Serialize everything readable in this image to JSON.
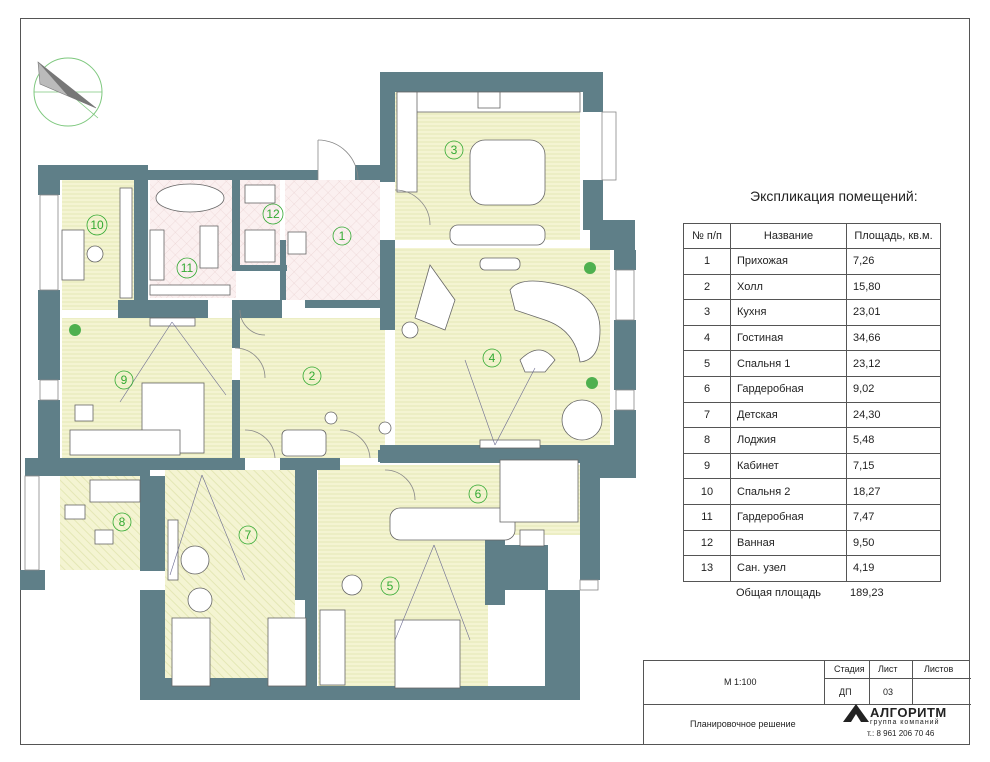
{
  "explication": {
    "title": "Экспликация помещений:",
    "headers": {
      "num": "№ п/п",
      "name": "Название",
      "area": "Площадь, кв.м."
    },
    "rows": [
      {
        "n": "1",
        "name": "Прихожая",
        "area": "7,26"
      },
      {
        "n": "2",
        "name": "Холл",
        "area": "15,80"
      },
      {
        "n": "3",
        "name": "Кухня",
        "area": "23,01"
      },
      {
        "n": "4",
        "name": "Гостиная",
        "area": "34,66"
      },
      {
        "n": "5",
        "name": "Спальня 1",
        "area": "23,12"
      },
      {
        "n": "6",
        "name": "Гардеробная",
        "area": "9,02"
      },
      {
        "n": "7",
        "name": "Детская",
        "area": "24,30"
      },
      {
        "n": "8",
        "name": "Лоджия",
        "area": "5,48"
      },
      {
        "n": "9",
        "name": "Кабинет",
        "area": "7,15"
      },
      {
        "n": "10",
        "name": "Спальня 2",
        "area": "18,27"
      },
      {
        "n": "11",
        "name": "Гардеробная",
        "area": "7,47"
      },
      {
        "n": "12",
        "name": "Ванная",
        "area": "9,50"
      },
      {
        "n": "13",
        "name": "Сан. узел",
        "area": "4,19"
      }
    ],
    "total_label": "Общая площадь",
    "total_value": "189,23"
  },
  "plan": {
    "room_numbers": [
      "1",
      "2",
      "3",
      "4",
      "5",
      "6",
      "7",
      "8",
      "9",
      "10",
      "11",
      "12"
    ],
    "colors": {
      "wall": "#5f7f88",
      "floor": "#f3f3cf",
      "floor_stripe": "#e2e6b0",
      "tile": "#f2dede",
      "number": "#33aa33"
    }
  },
  "stamp": {
    "scale": "М 1:100",
    "stage_label": "Стадия",
    "sheet_label": "Лист",
    "sheets_label": "Листов",
    "stage_value": "ДП",
    "sheet_value": "03",
    "drawing_title": "Планировочное решение",
    "logo": "АЛГОРИТМ",
    "logo_sub": "группа компаний",
    "phone": "т.: 8 961 206 70 46"
  }
}
